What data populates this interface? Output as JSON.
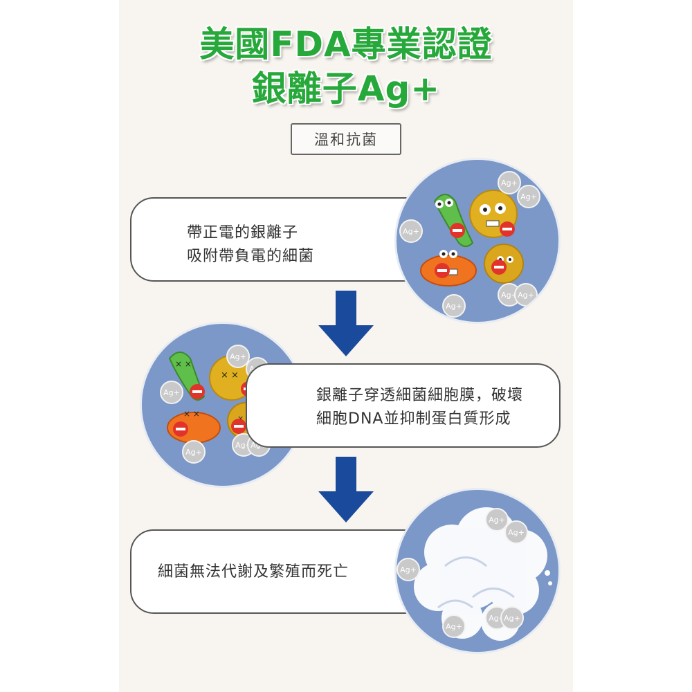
{
  "title_line1": "美國FDA專業認證",
  "title_line2": "銀離子Ag+",
  "tag_label": "溫和抗菌",
  "steps": [
    {
      "lines": [
        "帶正電的銀離子",
        "吸附帶負電的細菌"
      ]
    },
    {
      "lines": [
        "銀離子穿透細菌細胞膜，破壞",
        "細胞DNA並抑制蛋白質形成"
      ]
    },
    {
      "lines": [
        "細菌無法代謝及繁殖而死亡"
      ]
    }
  ],
  "ion_label": "Ag+",
  "colors": {
    "title": "#27a83a",
    "arrow": "#1a4a9b",
    "circle": "#7c98c8",
    "ion": "#c9c9c9"
  }
}
